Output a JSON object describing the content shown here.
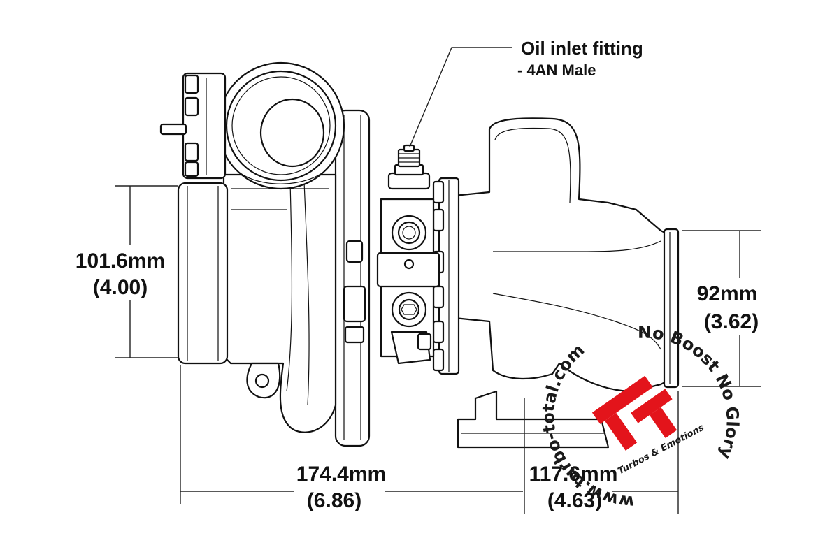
{
  "callout": {
    "title": "Oil inlet fitting",
    "subtitle": "- 4AN Male"
  },
  "dimensions": {
    "inlet_mm": "101.6mm",
    "inlet_in": "(4.00)",
    "outlet_mm": "92mm",
    "outlet_in": "(3.62)",
    "length_mm": "174.4mm",
    "length_in": "(6.86)",
    "flange_mm": "117.6mm",
    "flange_in": "(4.63)"
  },
  "watermark": {
    "ring_text": "www.turbo-total.com",
    "slogan": "No Boost No Glory",
    "tagline": "Turbos & Emotions",
    "logo_color": "#e3141b"
  }
}
